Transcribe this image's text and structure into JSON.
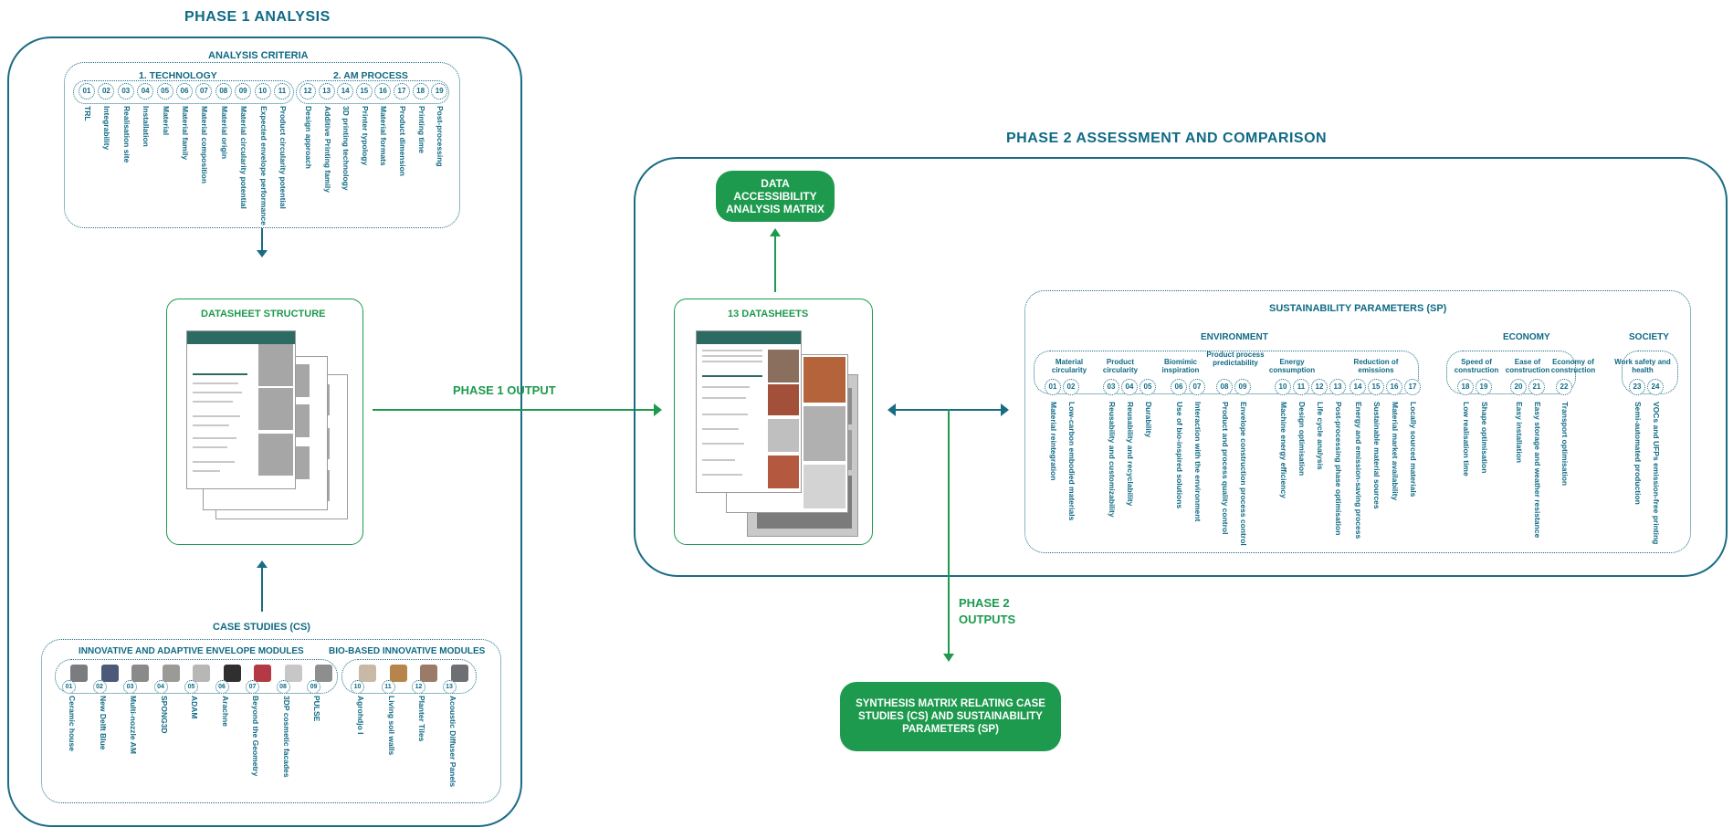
{
  "phase1": {
    "title": "PHASE 1 ANALYSIS",
    "criteria": {
      "title": "ANALYSIS CRITERIA",
      "technology": {
        "title": "1. TECHNOLOGY",
        "numbers": [
          "01",
          "02",
          "03",
          "04",
          "05",
          "06",
          "07",
          "08",
          "09",
          "10",
          "11"
        ],
        "labels": [
          "TRL",
          "Integrability",
          "Realisation site",
          "Installation",
          "Material",
          "Material family",
          "Material composition",
          "Material origin",
          "Material circularity potential",
          "Expected envelope performance",
          "Product circularity potential"
        ]
      },
      "am_process": {
        "title": "2. AM PROCESS",
        "numbers": [
          "12",
          "13",
          "14",
          "15",
          "16",
          "17",
          "18",
          "19"
        ],
        "labels": [
          "Design approach",
          "Additive Printing family",
          "3D printing technology",
          "Printer typology",
          "Material formats",
          "Product dimension",
          "Printing time",
          "Post-processing"
        ]
      }
    },
    "datasheet_structure": "DATASHEET STRUCTURE",
    "case_studies": {
      "title": "CASE STUDIES (CS)",
      "innovative": {
        "title": "INNOVATIVE AND ADAPTIVE ENVELOPE MODULES",
        "numbers": [
          "01",
          "02",
          "03",
          "04",
          "05",
          "06",
          "07",
          "08",
          "09"
        ],
        "labels": [
          "Ceramic house",
          "New Delft Blue",
          "Multi-nozzle AM",
          "SPONG3D",
          "ADAM",
          "Arachne",
          "Beyond the Geometry",
          "3DP cosmetic facades",
          "PULSE"
        ]
      },
      "biobased": {
        "title": "BIO-BASED INNOVATIVE MODULES",
        "numbers": [
          "10",
          "11",
          "12",
          "13"
        ],
        "labels": [
          "Agrohdjo I",
          "Living soil walls",
          "Planter Tiles",
          "Acoustic Diffuser Panels"
        ]
      }
    },
    "output_label": "PHASE 1 OUTPUT"
  },
  "phase2": {
    "title": "PHASE 2 ASSESSMENT AND COMPARISON",
    "data_accessibility": "DATA ACCESSIBILITY ANALYSIS MATRIX",
    "datasheets": "13 DATASHEETS",
    "sp": {
      "title": "SUSTAINABILITY PARAMETERS (SP)",
      "environment": "ENVIRONMENT",
      "economy": "ECONOMY",
      "society": "SOCIETY",
      "groups": [
        {
          "label": "Material circularity",
          "numbers": [
            "01",
            "02"
          ]
        },
        {
          "label": "Product circularity",
          "numbers": [
            "03",
            "04",
            "05"
          ]
        },
        {
          "label": "Biomimic inspiration",
          "numbers": [
            "06",
            "07"
          ]
        },
        {
          "label": "Product process predictability",
          "numbers": [
            "08",
            "09"
          ]
        },
        {
          "label": "Energy consumption",
          "numbers": [
            "10",
            "11",
            "12",
            "13"
          ]
        },
        {
          "label": "Reduction of emissions",
          "numbers": [
            "14",
            "15",
            "16",
            "17"
          ]
        },
        {
          "label": "Speed of construction",
          "numbers": [
            "18",
            "19"
          ]
        },
        {
          "label": "Ease of construction",
          "numbers": [
            "20",
            "21"
          ]
        },
        {
          "label": "Economy of construction",
          "numbers": [
            "22"
          ]
        },
        {
          "label": "Work safety and health",
          "numbers": [
            "23",
            "24"
          ]
        }
      ],
      "labels": [
        "Material reintegration",
        "Low-carbon embodied materials",
        "Reusability and customizability",
        "Reusability and recyclability",
        "Durability",
        "Use of bio-inspired solutions",
        "Interaction with the environment",
        "Product and process quality control",
        "Envelope construction process control",
        "Machine energy efficiency",
        "Design optimisation",
        "Life cycle analysis",
        "Post-processing phase optimisation",
        "Energy and emission-saving process",
        "Sustainable material sources",
        "Material market availability",
        "Locally sourced materials",
        "Low realisation time",
        "Shape optimisation",
        "Easy installation",
        "Easy storage and weather resistance",
        "Transport optimisation",
        "Semi-automated production",
        "VOCs and UFPs emission-free printing"
      ]
    },
    "outputs_label": "PHASE 2 OUTPUTS",
    "synthesis": "SYNTHESIS MATRIX RELATING CASE STUDIES (CS) AND SUSTAINABILITY PARAMETERS (SP)"
  },
  "colors": {
    "teal": "#0f6a85",
    "green": "#1d9a4e",
    "box_border": "#1a6c85",
    "sheet_header": "#2b6b62"
  }
}
